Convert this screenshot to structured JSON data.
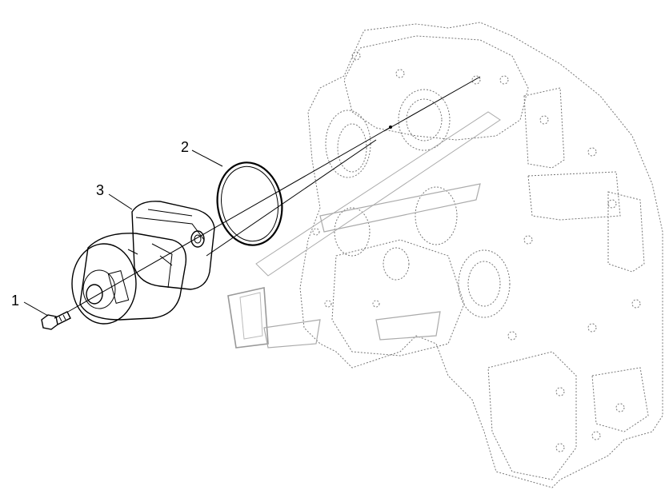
{
  "callouts": [
    {
      "id": "1",
      "label": "1"
    },
    {
      "id": "2",
      "label": "2"
    },
    {
      "id": "3",
      "label": "3"
    }
  ],
  "colors": {
    "ink": "#000000",
    "ghost": "#777777",
    "background": "#ffffff"
  }
}
